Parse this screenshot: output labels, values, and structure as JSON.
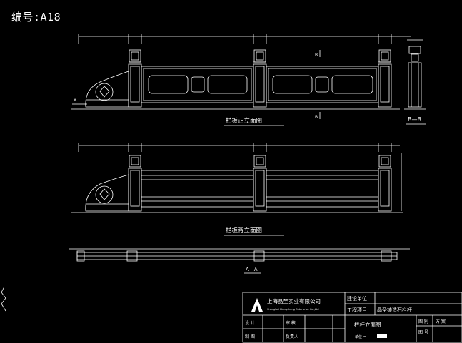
{
  "drawing_code": "编号:A18",
  "views": {
    "front_title": "栏板正立面图",
    "back_title": "栏板背立面图",
    "section_b_title": "B—B",
    "section_a_title": "A—A",
    "section_marker_a": "A",
    "section_marker_b": "B"
  },
  "title_block": {
    "company_cn": "上海晶圣实业有限公司",
    "company_en": "Shanghai Xiangsheng Enterprise Co.,Ltd",
    "build_unit_label": "建设单位",
    "project_label": "工程项目",
    "project_name": "晶圣铸造石栏杆",
    "drawing_name": "栏杆立面图",
    "design_label": "设 计",
    "review_label": "审 核",
    "draw_label": "制 图",
    "responsible_label": "负责人",
    "drawing_type_label": "图 别",
    "drawing_no_label": "图 号",
    "scheme_label": "方 案",
    "unit_label": "单位 ="
  },
  "colors": {
    "line": "#ffffff",
    "background": "#000000"
  }
}
